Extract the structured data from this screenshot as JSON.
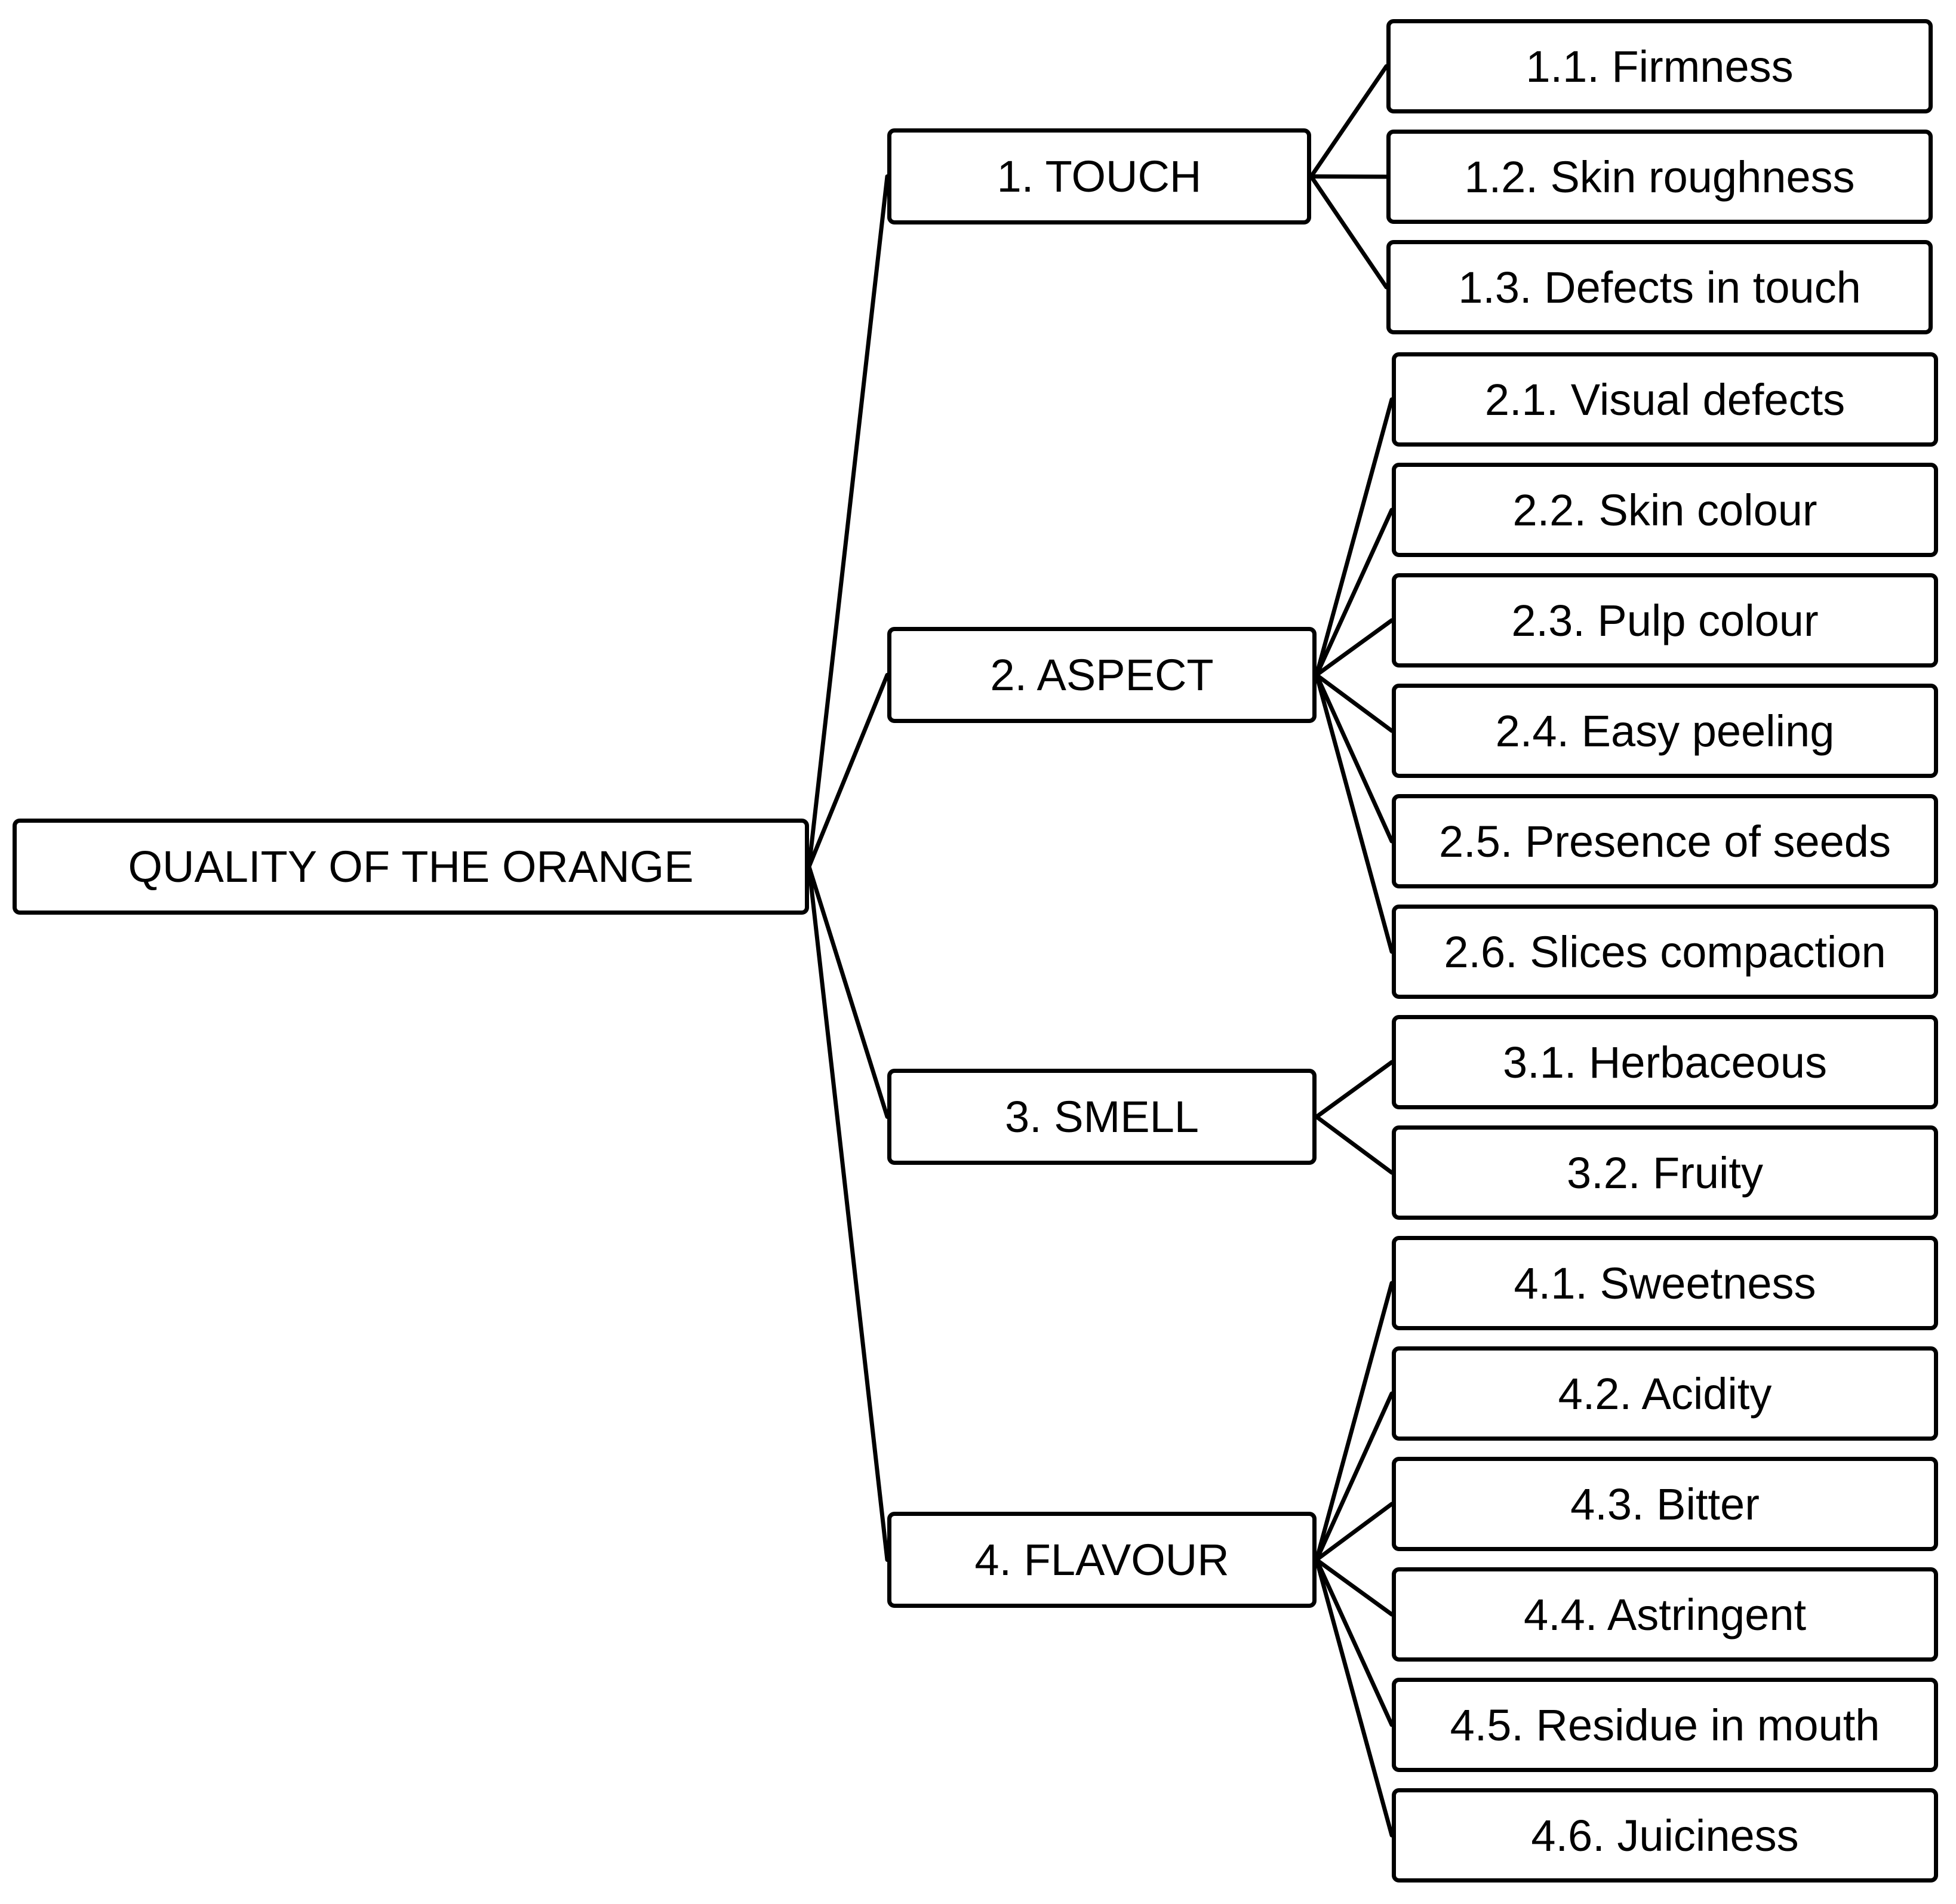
{
  "root": {
    "label": "QUALITY OF THE ORANGE"
  },
  "categories": [
    {
      "label": "1. TOUCH",
      "children": [
        "1.1. Firmness",
        "1.2. Skin roughness",
        "1.3. Defects in touch"
      ]
    },
    {
      "label": "2. ASPECT",
      "children": [
        "2.1. Visual defects",
        "2.2. Skin colour",
        "2.3. Pulp colour",
        "2.4. Easy peeling",
        "2.5. Presence of seeds",
        "2.6. Slices compaction"
      ]
    },
    {
      "label": "3. SMELL",
      "children": [
        "3.1. Herbaceous",
        "3.2. Fruity"
      ]
    },
    {
      "label": "4. FLAVOUR",
      "children": [
        "4.1. Sweetness",
        "4.2. Acidity",
        "4.3. Bitter",
        "4.4. Astringent",
        "4.5. Residue in mouth",
        "4.6. Juiciness"
      ]
    }
  ],
  "colors": {
    "stroke": "#000000",
    "fill": "#ffffff",
    "text": "#000000"
  }
}
